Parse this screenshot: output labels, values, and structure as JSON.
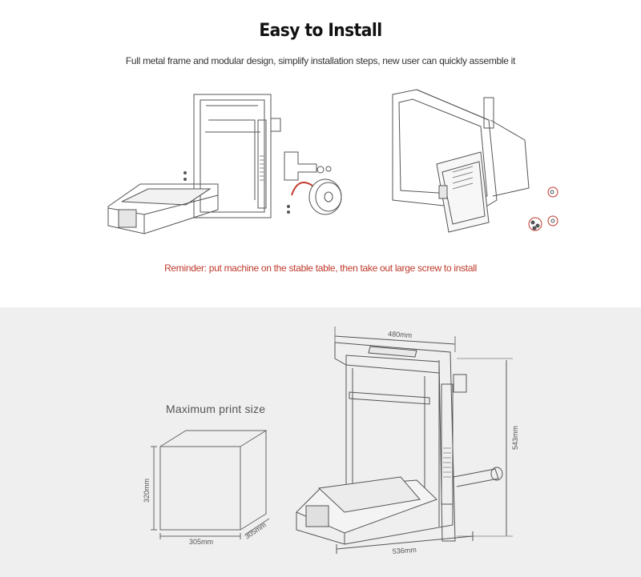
{
  "header": {
    "title": "Easy to Install",
    "subtitle": "Full metal frame and modular design, simplify installation steps, new user can quickly assemble it"
  },
  "reminder": "Reminder: put machine on the stable table, then take out large screw to install",
  "dimensions": {
    "max_print_label": "Maximum print size",
    "cube_width": "305mm",
    "cube_depth": "305mm",
    "cube_height": "320mm",
    "printer_width": "480mm",
    "printer_height": "543mm",
    "printer_depth": "536mm"
  },
  "colors": {
    "reminder": "#c0392b",
    "line": "#555555",
    "bottom_bg": "#efefef"
  }
}
